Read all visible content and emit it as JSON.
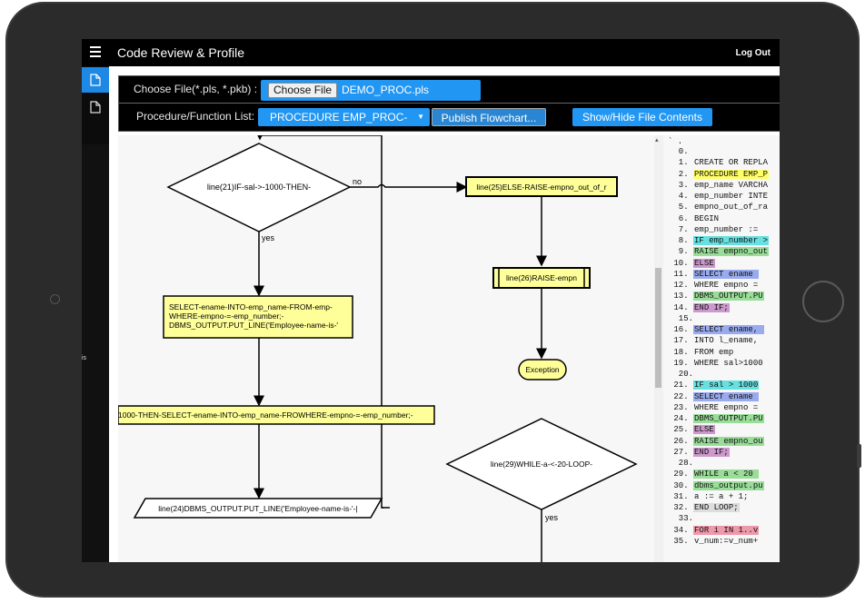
{
  "app": {
    "title": "Code Review & Profile",
    "logout": "Log Out"
  },
  "side": {
    "cutoff_text": "is"
  },
  "controls": {
    "file_label": "Choose File(*.pls, *.pkb) :",
    "choose_button": "Choose File",
    "file_name": "DEMO_PROC.pls",
    "proc_label": "Procedure/Function List:",
    "proc_selected": "PROCEDURE EMP_PROC-",
    "publish_button": "Publish Flowchart...",
    "show_hide_button": "Show/Hide File Contents"
  },
  "flow": {
    "decision1": "line(21)IF-sal->-1000-THEN-",
    "no_label": "no",
    "yes_label": "yes",
    "else_box": "line(25)ELSE-RAISE-empno_out_of_r",
    "raise_box": "line(26)RAISE-empn",
    "exception": "Exception",
    "select_lines": [
      "SELECT-ename-INTO-emp_name-FROM-emp-",
      "WHERE-empno-=-emp_number;-",
      "DBMS_OUTPUT.PUT_LINE('Employee-name-is-'"
    ],
    "long_box": "1000-THEN-SELECT-ename-INTO-emp_name-FROWHERE-empno-=-emp_number;-",
    "output_box": "line(24)DBMS_OUTPUT.PUT_LINE('Employee-name-is-'-|",
    "decision2": "line(29)WHILE-a-<-20-LOOP-",
    "yes_label2": "yes"
  },
  "code": {
    "header": "` .",
    "lines": [
      {
        "text": "0.",
        "hl": ""
      },
      {
        "text": "1. CREATE OR REPLA",
        "hl": ""
      },
      {
        "text": "2. PROCEDURE EMP_P",
        "hl": "#ffff66"
      },
      {
        "text": "3. emp_name VARCHA",
        "hl": ""
      },
      {
        "text": "4. emp_number INTE",
        "hl": ""
      },
      {
        "text": "5. empno_out_of_ra",
        "hl": ""
      },
      {
        "text": "6. BEGIN",
        "hl": ""
      },
      {
        "text": "7. emp_number := ",
        "hl": ""
      },
      {
        "text": "8. IF emp_number >",
        "hl": "#66e0e0"
      },
      {
        "text": "9. RAISE empno_out",
        "hl": "#99dd99"
      },
      {
        "text": "10. ELSE",
        "hl": "#cc99cc"
      },
      {
        "text": "11. SELECT ename ",
        "hl": "#99aaee"
      },
      {
        "text": "12. WHERE empno = ",
        "hl": ""
      },
      {
        "text": "13. DBMS_OUTPUT.PU",
        "hl": "#99dd99"
      },
      {
        "text": "14. END IF;",
        "hl": "#cc99cc"
      },
      {
        "text": "15.",
        "hl": ""
      },
      {
        "text": "16. SELECT ename, ",
        "hl": "#99aaee"
      },
      {
        "text": "17. INTO l_ename, ",
        "hl": ""
      },
      {
        "text": "18. FROM emp",
        "hl": ""
      },
      {
        "text": "19. WHERE sal>1000",
        "hl": ""
      },
      {
        "text": "20.",
        "hl": ""
      },
      {
        "text": "21. IF sal > 1000",
        "hl": "#66e0e0"
      },
      {
        "text": "22. SELECT ename ",
        "hl": "#99aaee"
      },
      {
        "text": "23. WHERE empno = ",
        "hl": ""
      },
      {
        "text": "24. DBMS_OUTPUT.PU",
        "hl": "#99dd99"
      },
      {
        "text": "25. ELSE",
        "hl": "#cc99cc"
      },
      {
        "text": "26. RAISE empno_ou",
        "hl": "#99dd99"
      },
      {
        "text": "27. END IF;",
        "hl": "#cc99cc"
      },
      {
        "text": "28.",
        "hl": ""
      },
      {
        "text": "29. WHILE a < 20 ",
        "hl": "#99dd99"
      },
      {
        "text": "30. dbms_output.pu",
        "hl": "#99dd99"
      },
      {
        "text": "31. a := a + 1;",
        "hl": ""
      },
      {
        "text": "32. END LOOP;",
        "hl": "#dddddd"
      },
      {
        "text": "33.",
        "hl": ""
      },
      {
        "text": "34. FOR i IN 1..v",
        "hl": "#ee99aa"
      },
      {
        "text": "35. v_num:=v_num+",
        "hl": ""
      }
    ]
  }
}
